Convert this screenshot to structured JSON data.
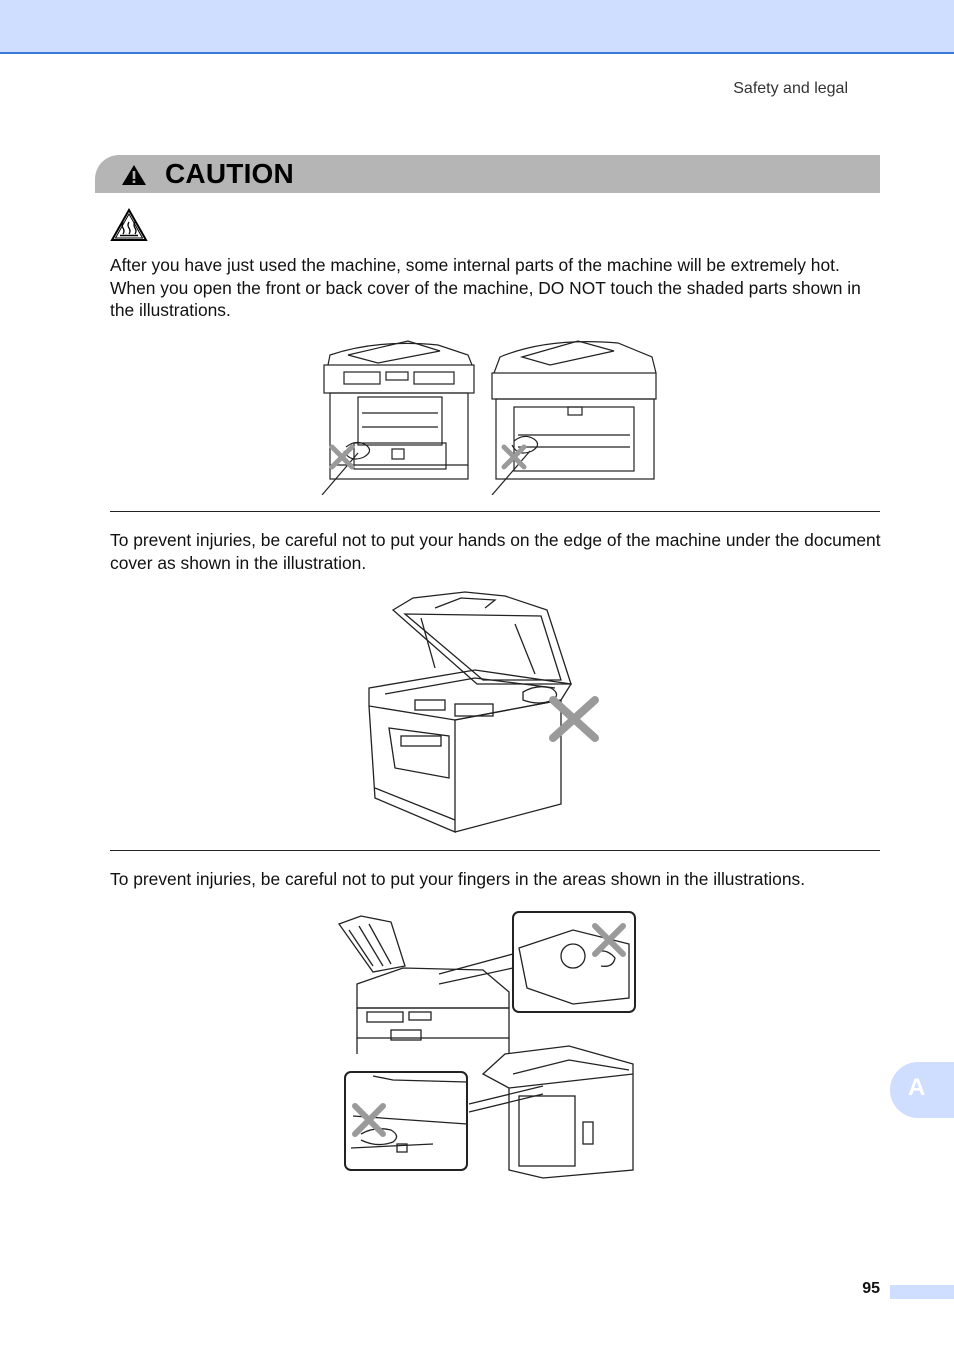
{
  "header": {
    "running_title": "Safety and legal"
  },
  "caution": {
    "title": "CAUTION",
    "icons": [
      "warning-triangle-icon",
      "hot-surface-icon"
    ]
  },
  "sections": [
    {
      "text": "After you have just used the machine, some internal parts of the machine will be extremely hot. When you open the front or back cover of the machine, DO NOT touch the shaded parts shown in the illustrations."
    },
    {
      "text": "To prevent injuries, be careful not to put your hands on the edge of the machine under the document cover as shown in the illustration."
    },
    {
      "text": "To prevent injuries, be careful not to put your fingers in the areas shown in the illustrations."
    }
  ],
  "side_tab": {
    "label": "A"
  },
  "footer": {
    "page_number": "95"
  },
  "colors": {
    "header_band": "#cfddff",
    "header_rule": "#3a78d8",
    "caution_bar": "#b5b5b5",
    "x_mark": "#9a9a9a"
  }
}
